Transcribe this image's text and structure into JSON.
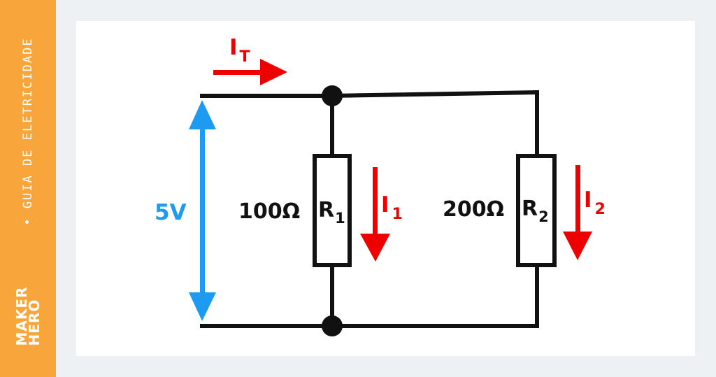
{
  "sidebar": {
    "title": "GUIA DE ELETRICIDADE",
    "bullet": "•",
    "logo_line1": "MAKER",
    "logo_line2": "HERO"
  },
  "diagram": {
    "voltage": "5V",
    "total_current": "I",
    "total_current_sub": "T",
    "resistor1_value": "100Ω",
    "resistor1_name": "R",
    "resistor1_sub": "1",
    "current1": "I",
    "current1_sub": "1",
    "resistor2_value": "200Ω",
    "resistor2_name": "R",
    "resistor2_sub": "2",
    "current2": "I",
    "current2_sub": "2"
  },
  "colors": {
    "sidebar": "#f8a53b",
    "wire": "#111111",
    "current_arrow": "#ee0000",
    "voltage_arrow": "#1d9bf0"
  }
}
